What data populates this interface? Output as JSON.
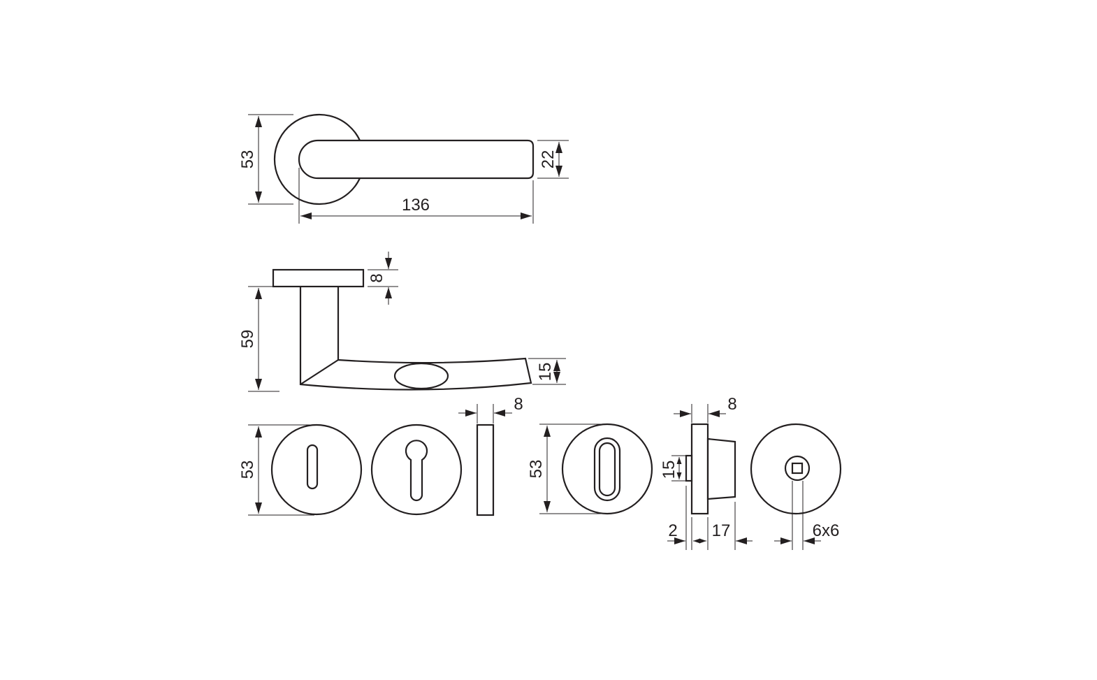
{
  "drawing": {
    "line_color": "#231f20",
    "top_view": {
      "rose_diameter": "53",
      "lever_length": "136",
      "lever_height": "22"
    },
    "side_view": {
      "rose_thickness": "8",
      "projection": "59",
      "lever_thickness": "15"
    },
    "escutcheons": {
      "diameter": "53",
      "thickness": "8"
    },
    "wc_set": {
      "diameter": "53",
      "thickness": "8",
      "knob_height": "15",
      "knob_depth": "2",
      "body_depth": "17",
      "spindle": "6x6"
    }
  }
}
